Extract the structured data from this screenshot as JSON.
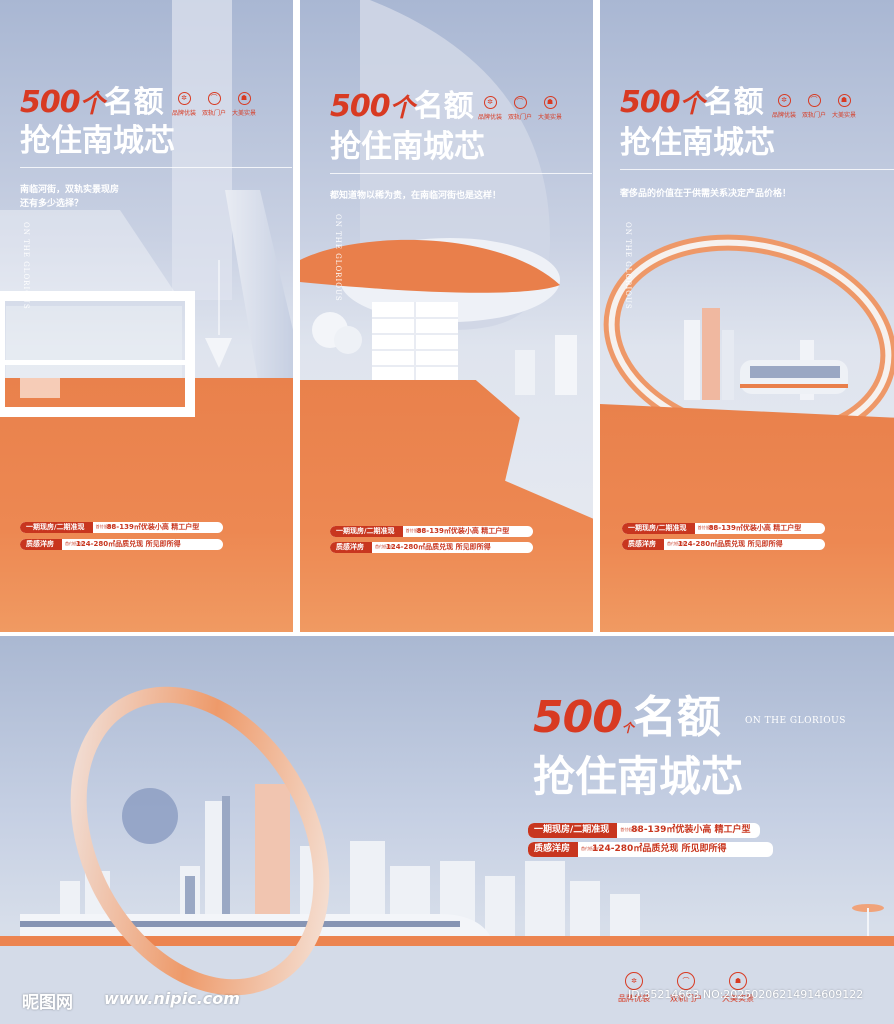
{
  "headline": {
    "number": "500",
    "unit": "个",
    "quota": "名额",
    "line2": "抢住南城芯"
  },
  "badges": [
    {
      "icon": "brand-icon",
      "label": "品牌优装",
      "glyph": "✲"
    },
    {
      "icon": "rail-icon",
      "label": "双轨门户",
      "glyph": "⌒"
    },
    {
      "icon": "house-icon",
      "label": "大美实景",
      "glyph": "☗"
    }
  ],
  "panels": [
    {
      "subline1": "南临河街，双轨实景现房",
      "subline2": "还有多少选择？"
    },
    {
      "subline1": "都知道物以稀为贵，在南临河街也是这样！",
      "subline2": ""
    },
    {
      "subline1": "奢侈品的价值在于供需关系决定产品价格！",
      "subline2": ""
    }
  ],
  "vertical_text": "ON THE GLORIOUS",
  "banner_text": "ON THE GLORIOUS",
  "pills": [
    {
      "tag": "一期现房/二期准现",
      "mini": "首付低首付",
      "text": "88-139㎡优装小高 精工户型"
    },
    {
      "tag": "质感洋房",
      "mini": "首付低首付",
      "text": "124-280㎡品质兑现 所见即所得"
    }
  ],
  "watermark": {
    "logo": "昵图网",
    "url": "www.nipic.com",
    "id_line": "ID:35214663 NO:20250206214914609122"
  },
  "colors": {
    "accent_red": "#d83a22",
    "orange": "#ec8450",
    "sky_blue": "#a9b7d3"
  }
}
